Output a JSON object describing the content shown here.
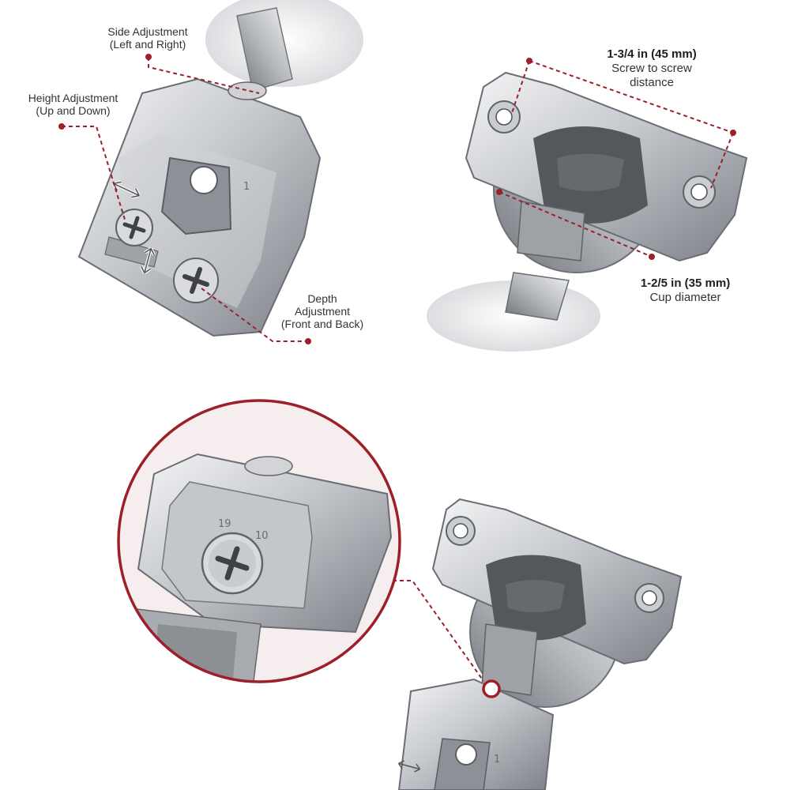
{
  "colors": {
    "accent": "#9c1f2a",
    "steel_light": "#e8e9eb",
    "steel_mid": "#b9bcc1",
    "steel_dark": "#5f6368",
    "cup_gray": "#54575c",
    "zoom_bg": "#f6eeee"
  },
  "callouts": {
    "side_adjustment": {
      "line1": "Side Adjustment",
      "line2": "(Left and Right)"
    },
    "height_adjustment": {
      "line1": "Height Adjustment",
      "line2": "(Up and Down)"
    },
    "depth_adjustment": {
      "line1": "Depth",
      "line2": "Adjustment",
      "line3": "(Front and Back)"
    }
  },
  "dimensions": {
    "screw_distance": {
      "value": "1-3/4 in (45 mm)",
      "line1": "Screw to screw",
      "line2": "distance"
    },
    "cup_diameter": {
      "value": "1-2/5 in (35 mm)",
      "desc": "Cup diameter"
    }
  },
  "stamps": {
    "arm_mark": "1",
    "arm_mark_lower": "1",
    "zoom_left": "19",
    "zoom_right": "10"
  },
  "icons": [
    "screw-icon",
    "double-arrow-icon",
    "callout-dot-icon",
    "zoom-circle-icon"
  ]
}
